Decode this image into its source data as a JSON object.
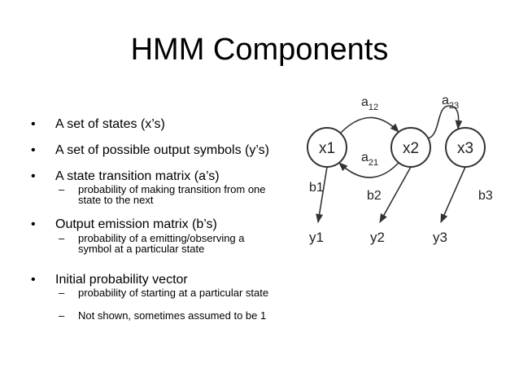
{
  "title": "HMM Components",
  "bullets": [
    {
      "text": "A set of states (x’s)",
      "sub": []
    },
    {
      "text": "A set of possible output symbols (y’s)",
      "sub": []
    },
    {
      "text": "A state transition matrix (a’s)",
      "sub": [
        "probability of making transition from one state to the next"
      ]
    },
    {
      "text": "Output emission matrix (b’s)",
      "sub": [
        "probability of a emitting/observing a symbol at a particular state"
      ]
    },
    {
      "text": "Initial probability vector",
      "sub": [
        "probability of starting at a particular state",
        "Not shown, sometimes assumed to be 1"
      ]
    }
  ],
  "diagram": {
    "states": [
      "x1",
      "x2",
      "x3"
    ],
    "outputs": [
      "y1",
      "y2",
      "y3"
    ],
    "transitions": [
      {
        "label": "a",
        "sub": "12"
      },
      {
        "label": "a",
        "sub": "21"
      },
      {
        "label": "a",
        "sub": "23"
      }
    ],
    "emissions": [
      "b1",
      "b2",
      "b3"
    ]
  },
  "colors": {
    "text": "#000000",
    "diagram_stroke": "#333333"
  }
}
